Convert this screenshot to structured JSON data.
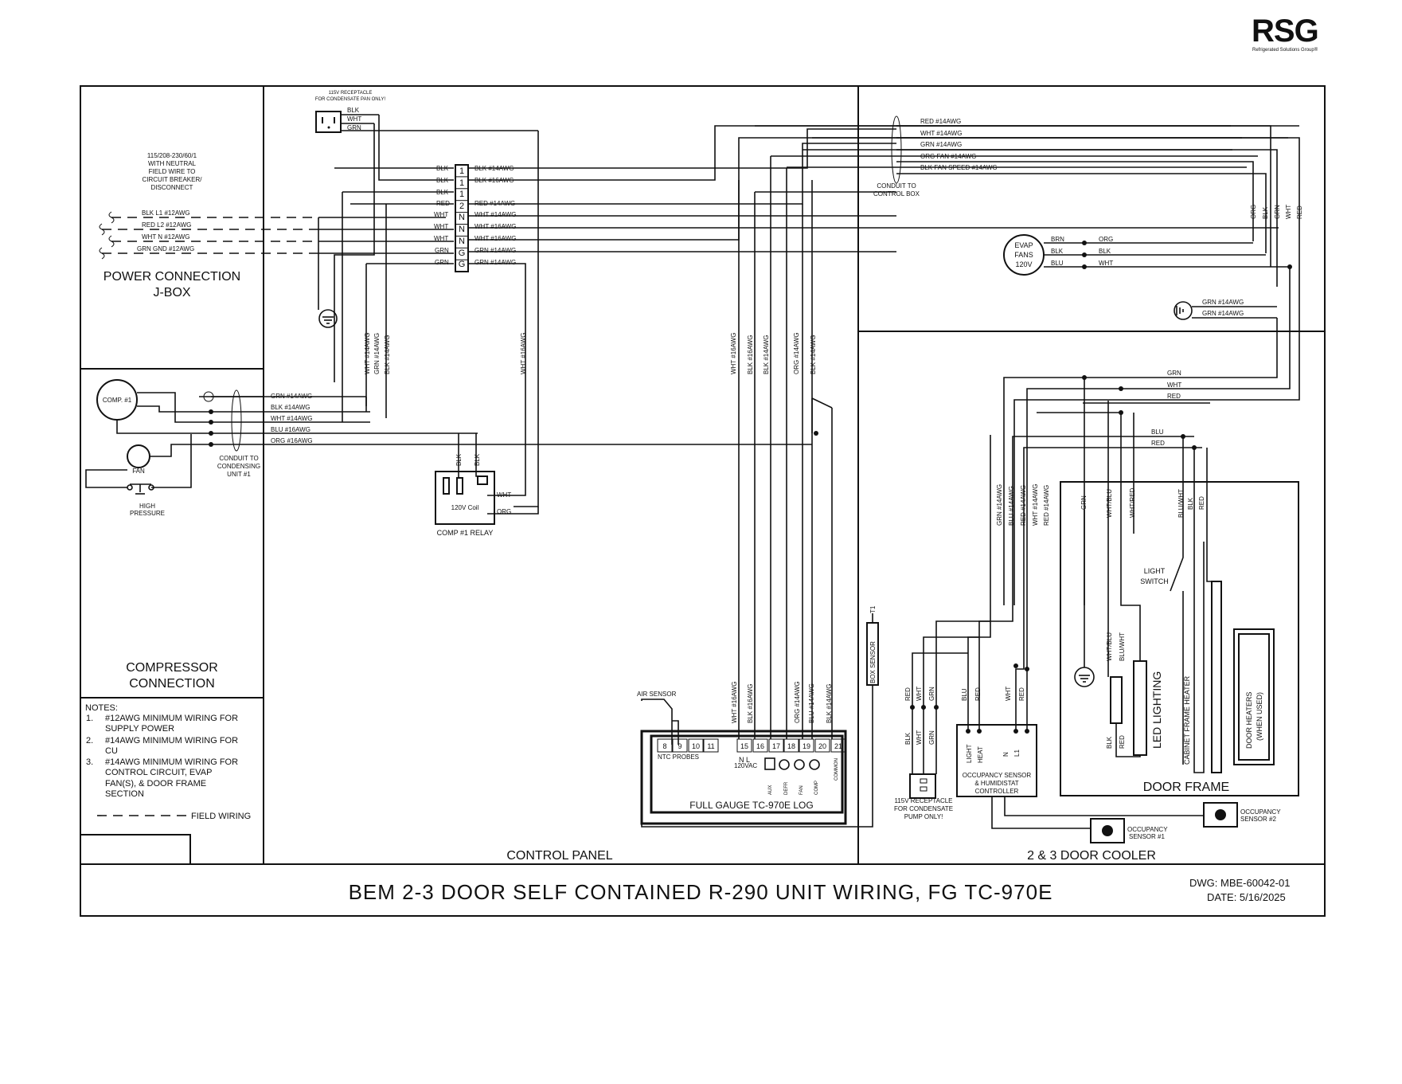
{
  "brand": {
    "logo": "RSG",
    "tagline": "Refrigerated Solutions Group®"
  },
  "title": "BEM 2-3 DOOR SELF CONTAINED R-290 UNIT WIRING, FG TC-970E",
  "dwg": "DWG: MBE-60042-01",
  "date": "DATE: 5/16/2025",
  "sections": {
    "power": "POWER CONNECTION",
    "power2": "J-BOX",
    "compressor": "COMPRESSOR",
    "compressor2": "CONNECTION",
    "control_panel": "CONTROL PANEL",
    "cooler": "2 & 3 DOOR COOLER",
    "door_frame": "DOOR FRAME"
  },
  "supply": {
    "note": [
      "115/208-230/60/1",
      "WITH NEUTRAL",
      "FIELD WIRE TO",
      "CIRCUIT BREAKER/",
      "DISCONNECT"
    ],
    "lines": [
      "BLK L1 #12AWG",
      "RED L2 #12AWG",
      "WHT N #12AWG",
      "GRN GND #12AWG"
    ]
  },
  "receptacle_top": [
    "115V RECEPTACLE",
    "FOR CONDENSATE PAN ONLY!"
  ],
  "receptacle_top_wires": [
    "BLK",
    "WHT",
    "GRN"
  ],
  "terminal_left": [
    "BLK",
    "BLK",
    "BLK",
    "RED",
    "WHT",
    "WHT",
    "WHT",
    "GRN",
    "GRN"
  ],
  "terminal_ids": [
    "1",
    "1",
    "1",
    "2",
    "N",
    "N",
    "N",
    "G",
    "G"
  ],
  "terminal_right": [
    "BLK #14AWG",
    "BLK #16AWG",
    "RED #14AWG",
    "WHT #14AWG",
    "WHT #16AWG",
    "WHT #16AWG",
    "GRN #14AWG",
    "GRN #14AWG"
  ],
  "vert_left": [
    "WHT #14AWG",
    "GRN #14AWG",
    "BLK #14AWG"
  ],
  "vert_relay": "WHT #16AWG",
  "comp_labels": {
    "comp": "COMP. #1",
    "fan": "FAN",
    "hp": [
      "HIGH",
      "PRESSURE"
    ]
  },
  "comp_wires": [
    "GRN #14AWG",
    "BLK #14AWG",
    "WHT #14AWG",
    "BLU #16AWG",
    "ORG #16AWG"
  ],
  "comp_conduit": [
    "CONDUIT TO",
    "CONDENSING",
    "UNIT #1"
  ],
  "relay": {
    "name": "COMP #1 RELAY",
    "coil": "120V Coil",
    "wht": "WHT",
    "org": "ORG",
    "blk1": "BLK",
    "blk2": "BLK"
  },
  "notes": {
    "head": "NOTES:",
    "items": [
      {
        "n": "1.",
        "l": [
          "#12AWG MINIMUM WIRING FOR",
          "SUPPLY POWER"
        ]
      },
      {
        "n": "2.",
        "l": [
          "#14AWG MINIMUM WIRING FOR",
          "CU"
        ]
      },
      {
        "n": "3.",
        "l": [
          "#14AWG MINIMUM WIRING FOR",
          "CONTROL CIRCUIT, EVAP",
          "FAN(S), & DOOR FRAME",
          "SECTION"
        ]
      }
    ],
    "legend": "FIELD WIRING"
  },
  "top_right_wires": [
    "RED #14AWG",
    "WHT #14AWG",
    "GRN #14AWG",
    "ORG FAN #14AWG",
    "BLK FAN SPEED #14AWG"
  ],
  "conduit_ctrl": [
    "CONDUIT TO",
    "CONTROL BOX"
  ],
  "evap": {
    "label": [
      "EVAP",
      "FANS",
      "120V"
    ],
    "left": [
      "BRN",
      "BLK",
      "BLU"
    ],
    "right": [
      "ORG",
      "BLK",
      "WHT"
    ]
  },
  "right_vert": [
    "ORG",
    "BLK",
    "GRN",
    "WHT",
    "RED"
  ],
  "ground_right": [
    "GRN #14AWG",
    "GRN #14AWG"
  ],
  "mid_vert": [
    "WHT #16AWG",
    "BLK #16AWG",
    "BLK #14AWG",
    "ORG #14AWG",
    "BLK #14AWG"
  ],
  "ctrl_vert": [
    "WHT #16AWG",
    "BLK #16AWG",
    "ORG #14AWG",
    "BLU #14AWG",
    "BLK #14AWG"
  ],
  "controller": {
    "name": "FULL GAUGE TC-970E LOG",
    "terms": [
      "8",
      "9",
      "10",
      "11",
      "15",
      "16",
      "17",
      "18",
      "19",
      "20",
      "21"
    ],
    "ntc": "NTC PROBES",
    "nl": "N  L",
    "vac": "120VAC",
    "sub": [
      "AUX",
      "DEFR",
      "FAN",
      "COMP",
      "COMMON"
    ],
    "air": "AIR SENSOR",
    "box": "BOX SENSOR",
    "t1": "T1"
  },
  "cooler_wires": {
    "top": [
      "GRN",
      "WHT",
      "RED"
    ],
    "blu": "BLU",
    "red": "RED"
  },
  "cooler_vert": [
    "GRN #14AWG",
    "BLU #14AWG",
    "RED #14AWG",
    "WHT #14AWG",
    "RED #14AWG"
  ],
  "door_vert": [
    "GRN",
    "WHT/BLU",
    "WHT/RED",
    "BLU/WHT",
    "BLK",
    "RED"
  ],
  "light_switch": [
    "LIGHT",
    "SWITCH"
  ],
  "led": {
    "label": "LED LIGHTING",
    "wires": [
      "WHT/BLU",
      "BLU/WHT"
    ],
    "bot": [
      "BLK",
      "RED"
    ]
  },
  "heaters": {
    "cabinet": "CABINET FRAME HEATER",
    "door": [
      "DOOR HEATERS",
      "(WHEN USED)"
    ]
  },
  "occ": {
    "controller": [
      "OCCUPANCY SENSOR",
      "& HUMIDISTAT",
      "CONTROLLER"
    ],
    "terms": [
      "LIGHT",
      "HEAT",
      "N",
      "L1"
    ],
    "s1": [
      "OCCUPANCY",
      "SENSOR #1"
    ],
    "s2": [
      "OCCUPANCY",
      "SENSOR #2"
    ],
    "wires_top": [
      "BLU",
      "RED",
      "WHT",
      "RED"
    ],
    "rec_wires": [
      "RED",
      "WHT",
      "GRN"
    ],
    "rec_bot": [
      "BLK",
      "WHT",
      "GRN"
    ],
    "receptacle": [
      "115V RECEPTACLE",
      "FOR CONDENSATE",
      "PUMP ONLY!"
    ]
  }
}
